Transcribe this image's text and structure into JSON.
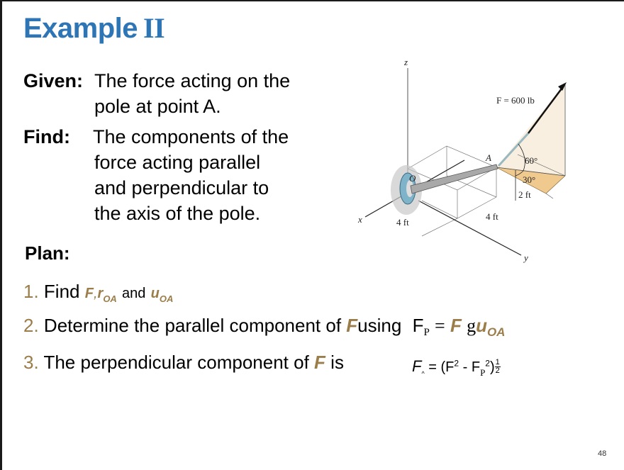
{
  "slide": {
    "title_main": "Example",
    "title_roman": "II",
    "page_number": "48",
    "accent_color": "#2e75b6",
    "vector_color": "#9b7d4a"
  },
  "given": {
    "label": "Given:",
    "lines": [
      "The force acting on the",
      "pole at point A."
    ]
  },
  "find": {
    "label": "Find:",
    "lines": [
      "The components of the",
      "force acting parallel",
      "and perpendicular to",
      "the axis of the pole."
    ]
  },
  "plan": {
    "label": "Plan:",
    "steps": [
      {
        "number": "1.",
        "text": "Find",
        "vec_F": "F",
        "comma": ",",
        "vec_r": "r",
        "sub_r": "OA",
        "and": "and",
        "vec_u": "u",
        "sub_u": "OA"
      },
      {
        "number": "2.",
        "text_before": "Determine the parallel component of",
        "vec_F": "F",
        "text_after": "using",
        "eq_lhs": "F",
        "eq_lhs_sub": "P",
        "eq_equals": "=",
        "eq_F": "F",
        "eq_dot": "g",
        "eq_u": "u",
        "eq_u_sub": "OA"
      },
      {
        "number": "3.",
        "text_before": "The perpendicular component of",
        "vec_F": "F",
        "text_after": "is",
        "eq_lhs": "F",
        "eq_lhs_sub": "^",
        "eq_rhs_open": "= (F",
        "eq_sq1": "2",
        "eq_minus": " - F",
        "eq_p_sub": "P",
        "eq_sq2": "2",
        "eq_close": ")",
        "exp_num": "1",
        "exp_den": "2"
      }
    ]
  },
  "figure": {
    "force_label": "F = 600 lb",
    "angle_60": "60°",
    "angle_30": "30°",
    "dim_2ft": "2 ft",
    "dim_4ft_right": "4 ft",
    "dim_4ft_left": "4 ft",
    "point_A": "A",
    "point_O": "O",
    "axis_x": "x",
    "axis_y": "y",
    "axis_z": "z"
  }
}
